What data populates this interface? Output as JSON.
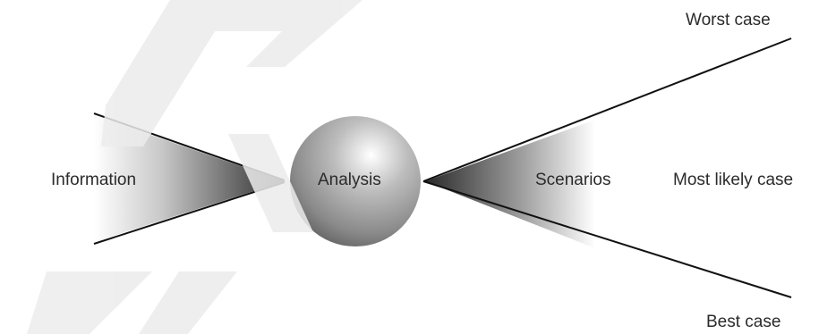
{
  "diagram": {
    "labels": {
      "information": "Information",
      "analysis": "Analysis",
      "scenarios": "Scenarios",
      "worst_case": "Worst case",
      "most_likely_case": "Most likely case",
      "best_case": "Best case"
    },
    "watermark": "AR",
    "colors": {
      "line": "#111111",
      "text": "#2b2b2b",
      "cone_dark": "#2a2a2a",
      "cone_light": "#ffffff",
      "sphere_highlight": "#ffffff",
      "sphere_mid": "#a9a9a9",
      "sphere_dark": "#555555"
    }
  }
}
